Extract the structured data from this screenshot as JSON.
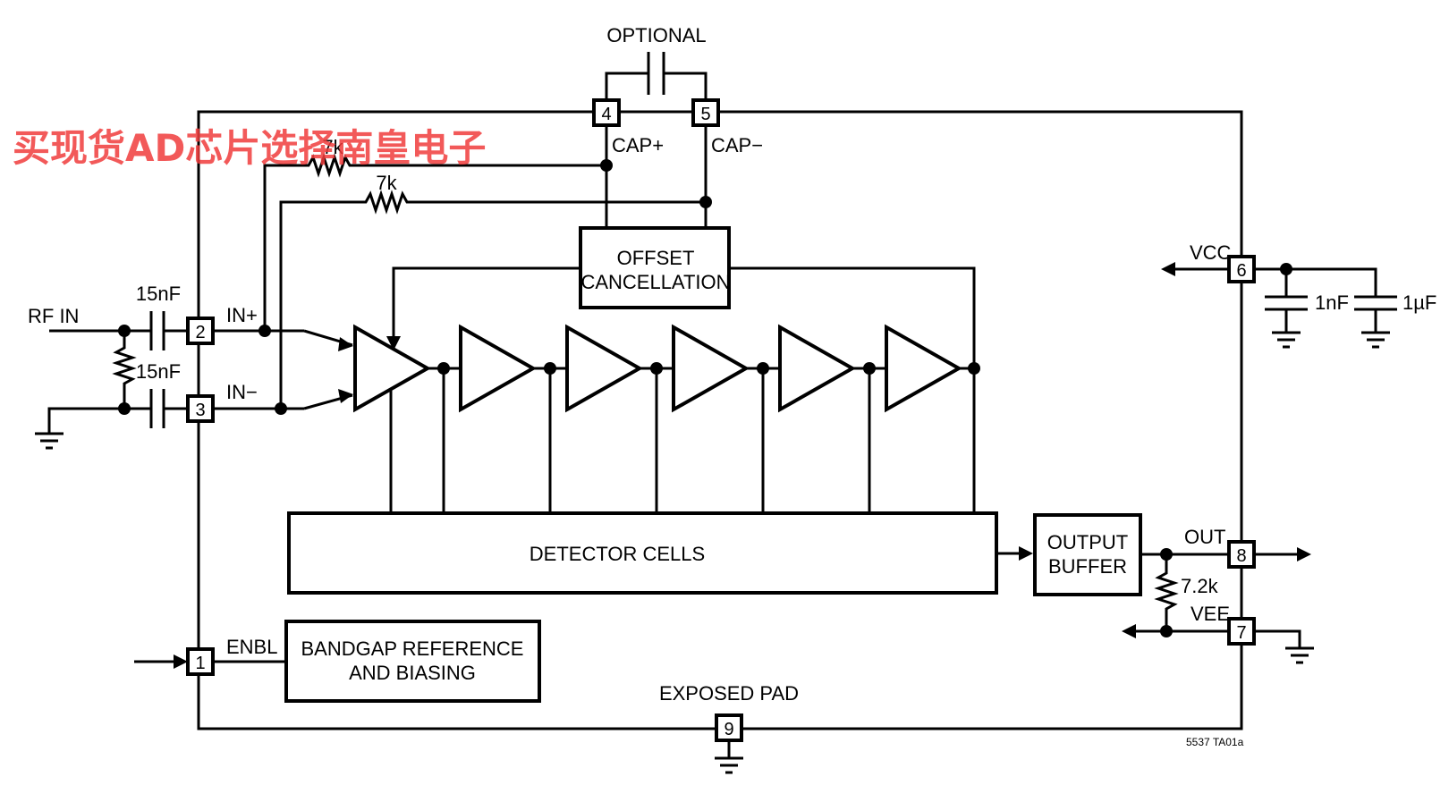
{
  "labels": {
    "optional": "OPTIONAL",
    "cap_plus": "CAP+",
    "cap_minus": "CAP−",
    "r_7k_top": "7k",
    "r_7k_bottom": "7k",
    "offset_line1": "OFFSET",
    "offset_line2": "CANCELLATION",
    "rf_in": "RF IN",
    "c_15nf_top": "15nF",
    "c_15nf_bottom": "15nF",
    "in_plus": "IN+",
    "in_minus": "IN−",
    "vcc": "VCC",
    "c_1nf": "1nF",
    "c_1uf": "1µF",
    "detector_cells": "DETECTOR CELLS",
    "output_line1": "OUTPUT",
    "output_line2": "BUFFER",
    "out": "OUT",
    "r_72k": "7.2k",
    "vee": "VEE",
    "enbl": "ENBL",
    "bandgap_line1": "BANDGAP REFERENCE",
    "bandgap_line2": "AND BIASING",
    "exposed_pad": "EXPOSED PAD",
    "figure_code": "5537 TA01a",
    "watermark": "买现货AD芯片选择南皇电子"
  },
  "pins": {
    "p1": "1",
    "p2": "2",
    "p3": "3",
    "p4": "4",
    "p5": "5",
    "p6": "6",
    "p7": "7",
    "p8": "8",
    "p9": "9"
  }
}
